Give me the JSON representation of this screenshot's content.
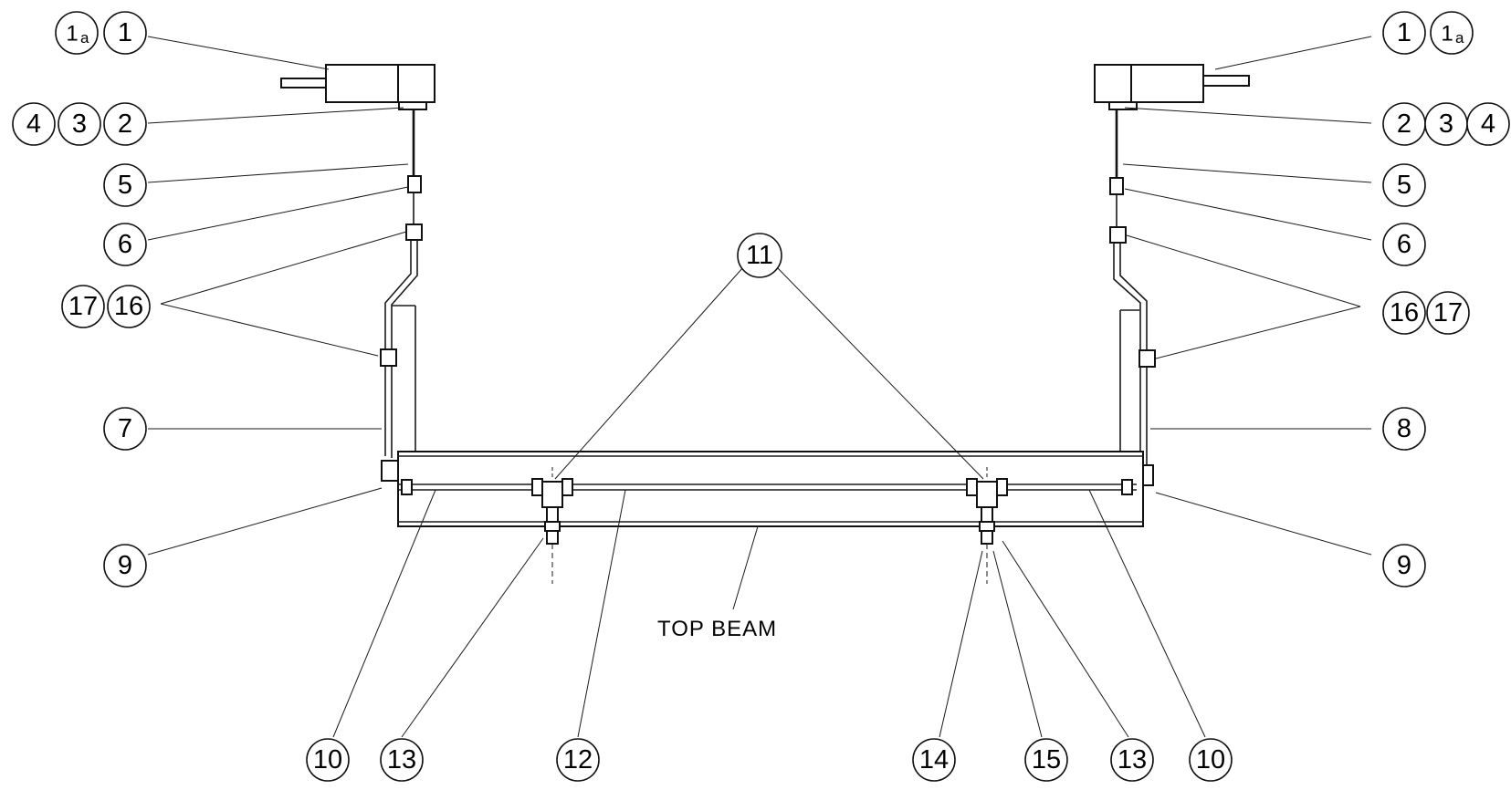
{
  "diagram": {
    "caption": "TOP BEAM",
    "callouts": {
      "c1": "1",
      "c1a_main": "1",
      "c1a_sub": "a",
      "c2": "2",
      "c3": "3",
      "c4": "4",
      "c5": "5",
      "c6": "6",
      "c7": "7",
      "c8": "8",
      "c9": "9",
      "c10": "10",
      "c11": "11",
      "c12": "12",
      "c13": "13",
      "c14": "14",
      "c15": "15",
      "c16": "16",
      "c17": "17"
    }
  }
}
